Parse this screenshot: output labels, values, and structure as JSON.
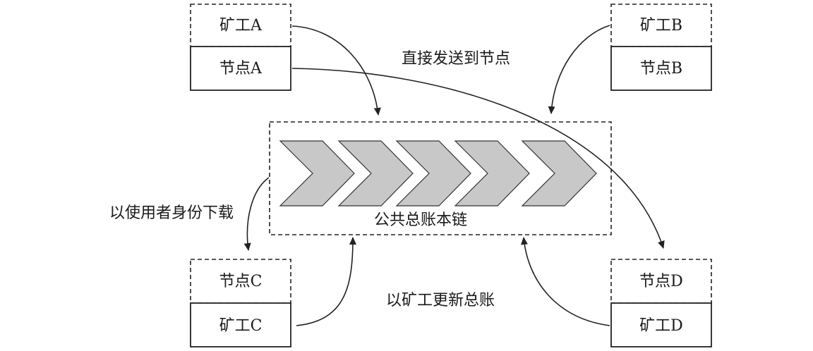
{
  "nodes": {
    "a": {
      "top": "矿工A",
      "bottom": "节点A"
    },
    "b": {
      "top": "矿工B",
      "bottom": "节点B"
    },
    "c": {
      "top": "节点C",
      "bottom": "矿工C"
    },
    "d": {
      "top": "节点D",
      "bottom": "矿工D"
    }
  },
  "labels": {
    "send_direct": "直接发送到节点",
    "download_as_user": "以使用者身份下载",
    "update_as_miner": "以矿工更新总账",
    "ledger": "公共总账本链"
  }
}
